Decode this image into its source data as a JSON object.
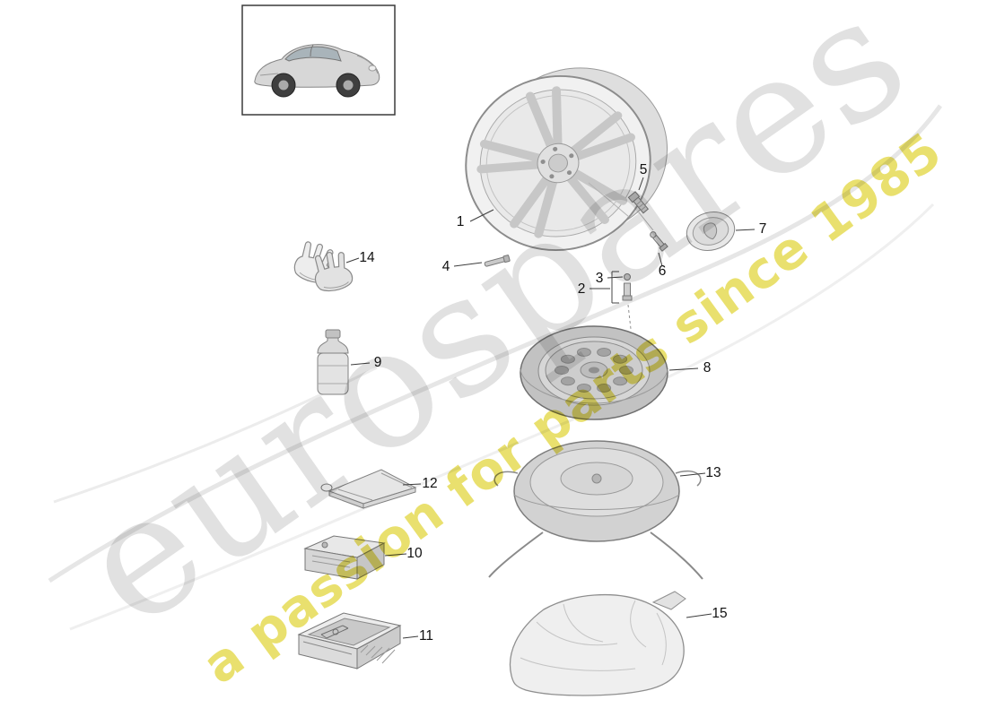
{
  "watermark": {
    "brand": "eurospares",
    "tagline": "a passion for parts since 1985",
    "brand_color": "#dedede",
    "tagline_color": "#e4d94a"
  },
  "diagram": {
    "parts": [
      {
        "label": "1",
        "name": "alloy-wheel"
      },
      {
        "label": "2",
        "name": "spare-valve"
      },
      {
        "label": "3",
        "name": "valve-cap"
      },
      {
        "label": "4",
        "name": "valve-insert"
      },
      {
        "label": "5",
        "name": "wheel-bolt"
      },
      {
        "label": "6",
        "name": "tire-valve"
      },
      {
        "label": "7",
        "name": "hub-cap"
      },
      {
        "label": "8",
        "name": "spare-wheel"
      },
      {
        "label": "9",
        "name": "sealant-bottle"
      },
      {
        "label": "10",
        "name": "air-compressor"
      },
      {
        "label": "11",
        "name": "jack-tool-kit"
      },
      {
        "label": "12",
        "name": "manual-pouch"
      },
      {
        "label": "13",
        "name": "spare-wheel-bag"
      },
      {
        "label": "14",
        "name": "gloves"
      },
      {
        "label": "15",
        "name": "storage-bag"
      }
    ]
  }
}
